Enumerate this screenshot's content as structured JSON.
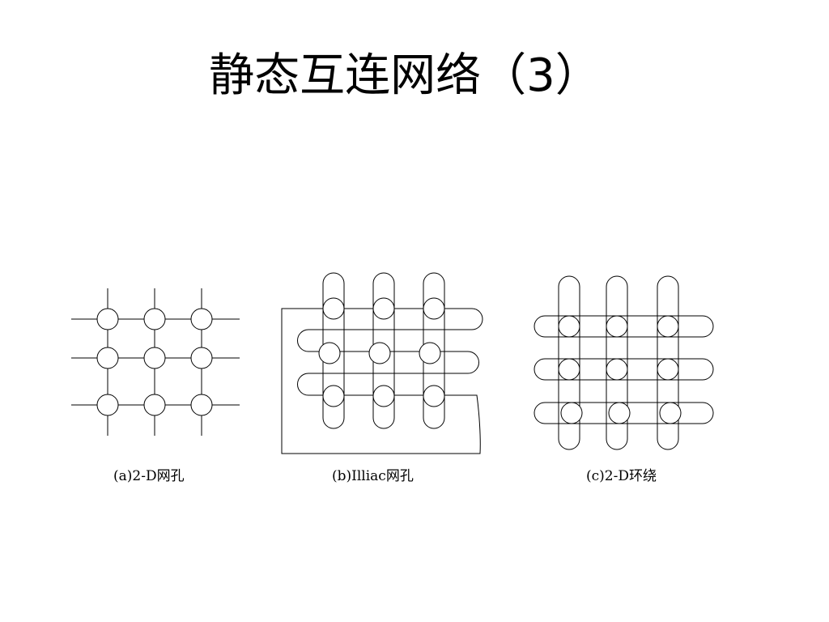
{
  "slide": {
    "title": "静态互连网络（3）"
  },
  "figures": [
    {
      "id": "mesh",
      "caption": "(a)2-D网孔",
      "rows": 3,
      "cols": 3
    },
    {
      "id": "illiac",
      "caption": "(b)Illiac网孔",
      "rows": 3,
      "cols": 3
    },
    {
      "id": "torus",
      "caption": "(c)2-D环绕",
      "rows": 3,
      "cols": 3
    }
  ],
  "colors": {
    "stroke": "#000000",
    "background": "#ffffff"
  }
}
